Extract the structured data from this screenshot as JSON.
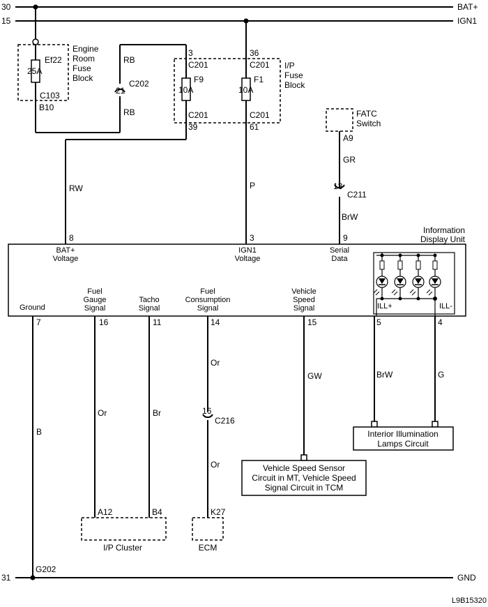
{
  "rails": {
    "bat_num": "30",
    "bat_name": "BAT+",
    "ign_num": "15",
    "ign_name": "IGN1",
    "gnd_num": "31",
    "gnd_name": "GND"
  },
  "engine_fuse": {
    "title": [
      "Engine",
      "Room",
      "Fuse",
      "Block"
    ],
    "fuse": "Ef22",
    "amps": "25A",
    "connector": "C103",
    "pin": "B10"
  },
  "ip_fuse": {
    "title": [
      "I/P",
      "Fuse",
      "Block"
    ],
    "f9": {
      "top_pin": "3",
      "top_conn": "C201",
      "name": "F9",
      "amps": "10A",
      "bot_conn": "C201",
      "bot_pin": "39"
    },
    "f1": {
      "top_pin": "36",
      "top_conn": "C201",
      "name": "F1",
      "amps": "10A",
      "bot_conn": "C201",
      "bot_pin": "61"
    }
  },
  "c202": {
    "name": "C202",
    "pin": "21",
    "wire_top": "RB",
    "wire_bottom": "RB"
  },
  "fatc": {
    "title": [
      "FATC",
      "Switch"
    ],
    "pin": "A9",
    "wire_top": "GR",
    "conn": "C211",
    "conn_pin": "13",
    "wire_bottom": "BrW"
  },
  "wires": {
    "bat_feed": "RW",
    "ign_feed": "P"
  },
  "idu": {
    "title": [
      "Information",
      "Display Unit"
    ],
    "top_pins": [
      {
        "num": "8",
        "label": [
          "BAT+",
          "Voltage"
        ]
      },
      {
        "num": "3",
        "label": [
          "IGN1",
          "Voltage"
        ]
      },
      {
        "num": "9",
        "label": [
          "Serial",
          "Data"
        ]
      }
    ],
    "ill_plus": "ILL+",
    "ill_minus": "ILL-",
    "bottom_pins": [
      {
        "num": "7",
        "label": [
          "Ground"
        ],
        "wire": "B"
      },
      {
        "num": "16",
        "label": [
          "Fuel",
          "Gauge",
          "Signal"
        ],
        "wire": "Or"
      },
      {
        "num": "11",
        "label": [
          "Tacho",
          "Signal"
        ],
        "wire": "Br"
      },
      {
        "num": "14",
        "label": [
          "Fuel",
          "Consumption",
          "Signal"
        ],
        "wire": "Or"
      },
      {
        "num": "15",
        "label": [
          "Vehicle",
          "Speed",
          "Signal"
        ],
        "wire": "GW"
      },
      {
        "num": "5",
        "label": [],
        "wire": "BrW"
      },
      {
        "num": "4",
        "label": [],
        "wire": "G"
      }
    ]
  },
  "c216": {
    "name": "C216",
    "pin": "16",
    "wire_bottom": "Or"
  },
  "ip_cluster": {
    "name": "I/P Cluster",
    "pin_a": "A12",
    "pin_b": "B4"
  },
  "ecm": {
    "name": "ECM",
    "pin": "K27"
  },
  "vss_box": [
    "Vehicle Speed Sensor",
    "Circuit in MT, Vehicle Speed",
    "Signal Circuit in TCM"
  ],
  "ill_box": [
    "Interior Illumination",
    "Lamps Circuit"
  ],
  "ground": {
    "name": "G202"
  },
  "figure_id": "L9B15320"
}
